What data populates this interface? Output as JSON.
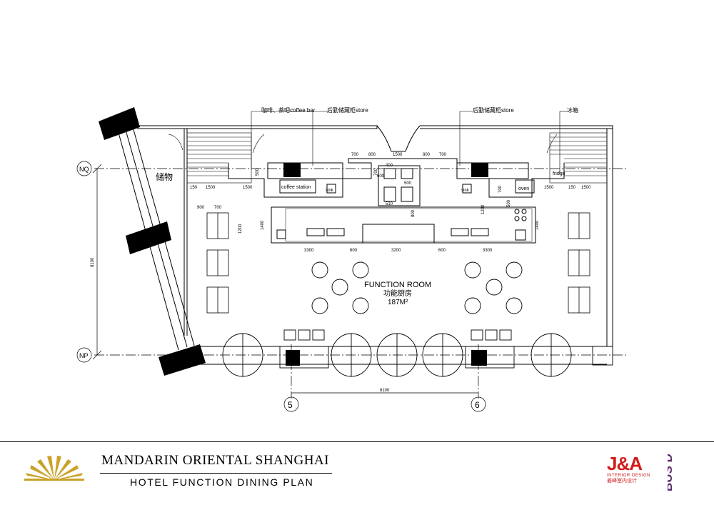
{
  "labels": {
    "coffee_bar": "咖啡、茶吧coffee bar",
    "store_left": "后勤储藏柜store",
    "store_right": "后勤储藏柜store",
    "fridge_cn": "冰箱",
    "storage_cn": "储物",
    "coffee_station": "coffee station",
    "sink_left": "sink",
    "sink_right": "sink",
    "oven": "oven",
    "fridge": "fridge",
    "room_name": "FUNCTION ROOM",
    "room_name_cn": "功能厨房",
    "room_area": "187M²"
  },
  "grid": {
    "row_top": "NQ",
    "row_bottom": "NP",
    "col_left": "5",
    "col_right": "6",
    "bay_span": "8100",
    "depth": "8100"
  },
  "dimensions": {
    "top_row": [
      "700",
      "800",
      "1500",
      "800",
      "700"
    ],
    "left_row": [
      "1500",
      "1500",
      "150"
    ],
    "right_row": [
      "1500",
      "150",
      "1500"
    ],
    "left_side": [
      "900",
      "700"
    ],
    "island": [
      "3300",
      "600",
      "3200",
      "600",
      "3300"
    ],
    "vertical": [
      "1400",
      "1200",
      "1400",
      "1200",
      "800",
      "700",
      "500",
      "700",
      "500"
    ],
    "stove": [
      "400",
      "600",
      "500",
      "510"
    ]
  },
  "title_block": {
    "project": "MANDARIN ORIENTAL SHANGHAI",
    "drawing": "HOTEL FUNCTION DINING PLAN",
    "firm_mark": "J&A",
    "firm_sub": "INTERIOR DESIGN",
    "firm_cn": "姜峰室内设计",
    "brand_stack": "BUS DKS DGN"
  },
  "colors": {
    "ink": "#000000",
    "firm_red": "#d41b1b",
    "logo_gold": "#c9a227",
    "brand_purple": "#5a2d6b"
  }
}
